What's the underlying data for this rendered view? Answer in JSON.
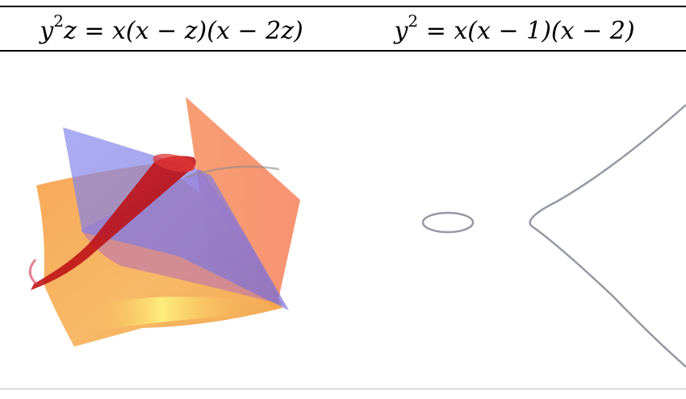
{
  "table": {
    "header_left": {
      "base": "y",
      "exp": "2",
      "rest": "z = x(x − z)(x − 2z)"
    },
    "header_right": {
      "base": "y",
      "exp": "2",
      "rest": " = x(x − 1)(x − 2)"
    }
  },
  "figures": {
    "left": {
      "icon": "projective-surface-render",
      "colors": {
        "orange": "#f6a64a",
        "red": "#c8161c",
        "blue": "#7d7ee6",
        "yellow": "#ffe873"
      }
    },
    "right": {
      "icon": "affine-elliptic-curve",
      "colors": {
        "curve": "#8f8f99"
      }
    }
  }
}
